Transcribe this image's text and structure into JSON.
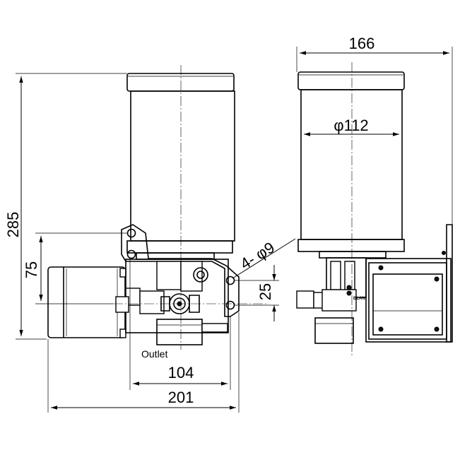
{
  "dimensions": {
    "height_total": "285",
    "height_mount": "75",
    "hole_spacing": "25",
    "holes": "4- φ9",
    "width_mount": "104",
    "width_total": "201",
    "width_side": "166",
    "diameter": "φ112"
  },
  "labels": {
    "outlet": "Outlet",
    "brand": "BLAN"
  }
}
